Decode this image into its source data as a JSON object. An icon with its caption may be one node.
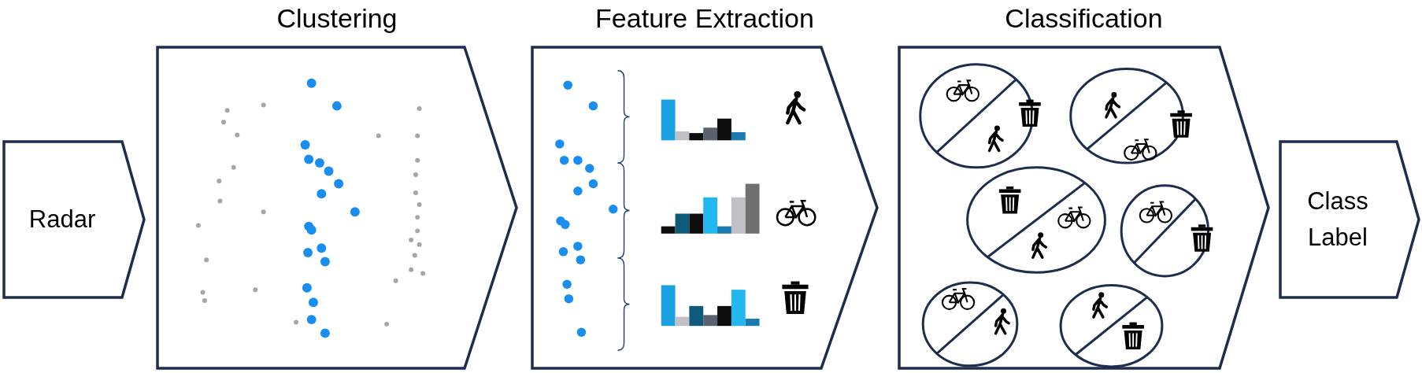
{
  "diagram": {
    "nodes": [
      {
        "text": [
          "Radar"
        ]
      },
      {
        "text": [
          "Clustering"
        ]
      },
      {
        "text": [
          "Feature Extraction"
        ]
      },
      {
        "text": [
          "Classification"
        ]
      },
      {
        "text": [
          "Class Label"
        ]
      }
    ]
  }
}
